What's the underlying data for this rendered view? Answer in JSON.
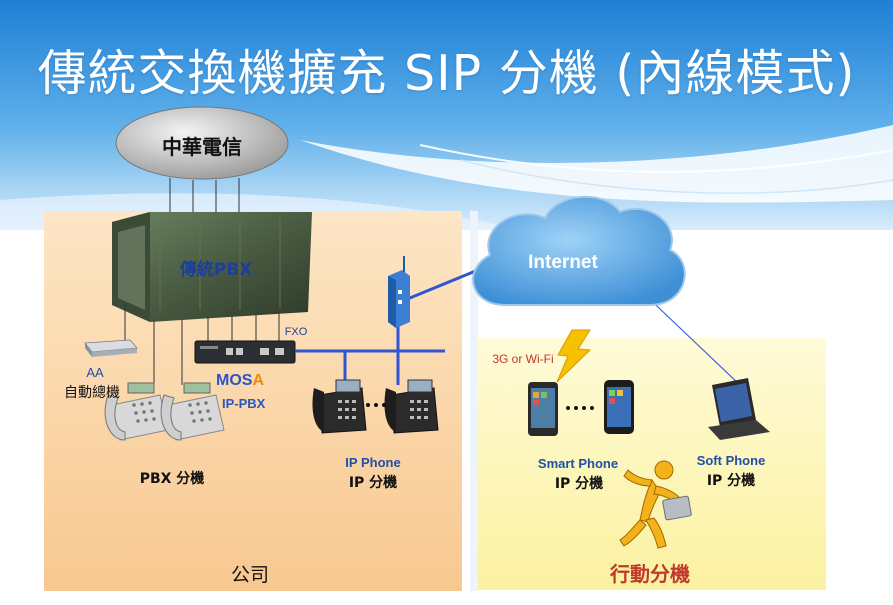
{
  "title": "傳統交換機擴充 SIP 分機 (內線模式)",
  "telecom": "中華電信",
  "internet": "Internet",
  "pbx_label": "傳統PBX",
  "fxo_label": "FXO",
  "aa_label": "AA",
  "aa_sub_label": "自動總機",
  "mosa_prefix": "MOS",
  "mosa_suffix": "A",
  "mosa_sub": "IP-PBX",
  "pbx_ext_label": "PBX 分機",
  "ip_phone_label": "IP Phone",
  "ip_phone_ext_label": "IP 分機",
  "wireless_label": "3G or Wi-Fi",
  "smart_phone_label": "Smart Phone",
  "smart_phone_ext_label": "IP 分機",
  "soft_phone_label": "Soft Phone",
  "soft_phone_ext_label": "IP 分機",
  "company_label": "公司",
  "mobile_ext_label": "行動分機",
  "colors": {
    "title_text": "#ffffff",
    "company_zone": "#fbd4a6",
    "mobile_zone": "#fdf6b6",
    "network_line": "#2f55d4",
    "pbx_body": "#4a5c42",
    "label_blue": "#1f4fa8",
    "mosa_blue": "#2a55c8",
    "mosa_orange": "#f08a00",
    "mobile_red": "#c0392b"
  }
}
